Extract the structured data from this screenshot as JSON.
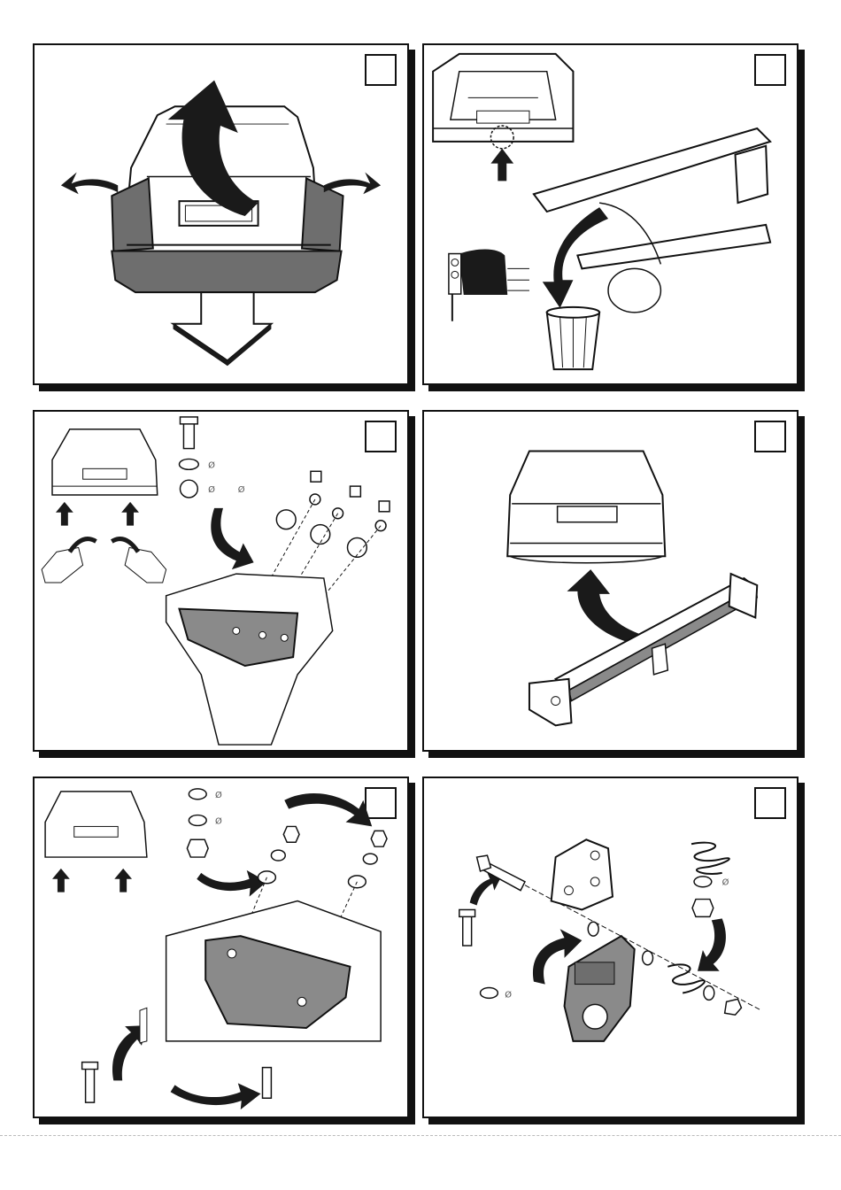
{
  "document": {
    "type": "installation-instructions",
    "panels": [
      {
        "id": "panel-1",
        "diagram": "remove-rear-bumper",
        "step_number": ""
      },
      {
        "id": "panel-2",
        "diagram": "remove-rear-crossmember",
        "step_number": ""
      },
      {
        "id": "panel-3",
        "diagram": "fit-side-brackets",
        "step_number": ""
      },
      {
        "id": "panel-4",
        "diagram": "position-tow-bar",
        "step_number": ""
      },
      {
        "id": "panel-5",
        "diagram": "bolt-tow-bar-to-chassis",
        "step_number": ""
      },
      {
        "id": "panel-6",
        "diagram": "assemble-tow-ball-plate",
        "step_number": ""
      }
    ],
    "diameter_symbol": "Ø",
    "colors": {
      "line": "#111111",
      "arrow": "#1a1a1a",
      "bumper_shade": "#6e6e6e",
      "plate_shade": "#8a8a8a"
    }
  }
}
